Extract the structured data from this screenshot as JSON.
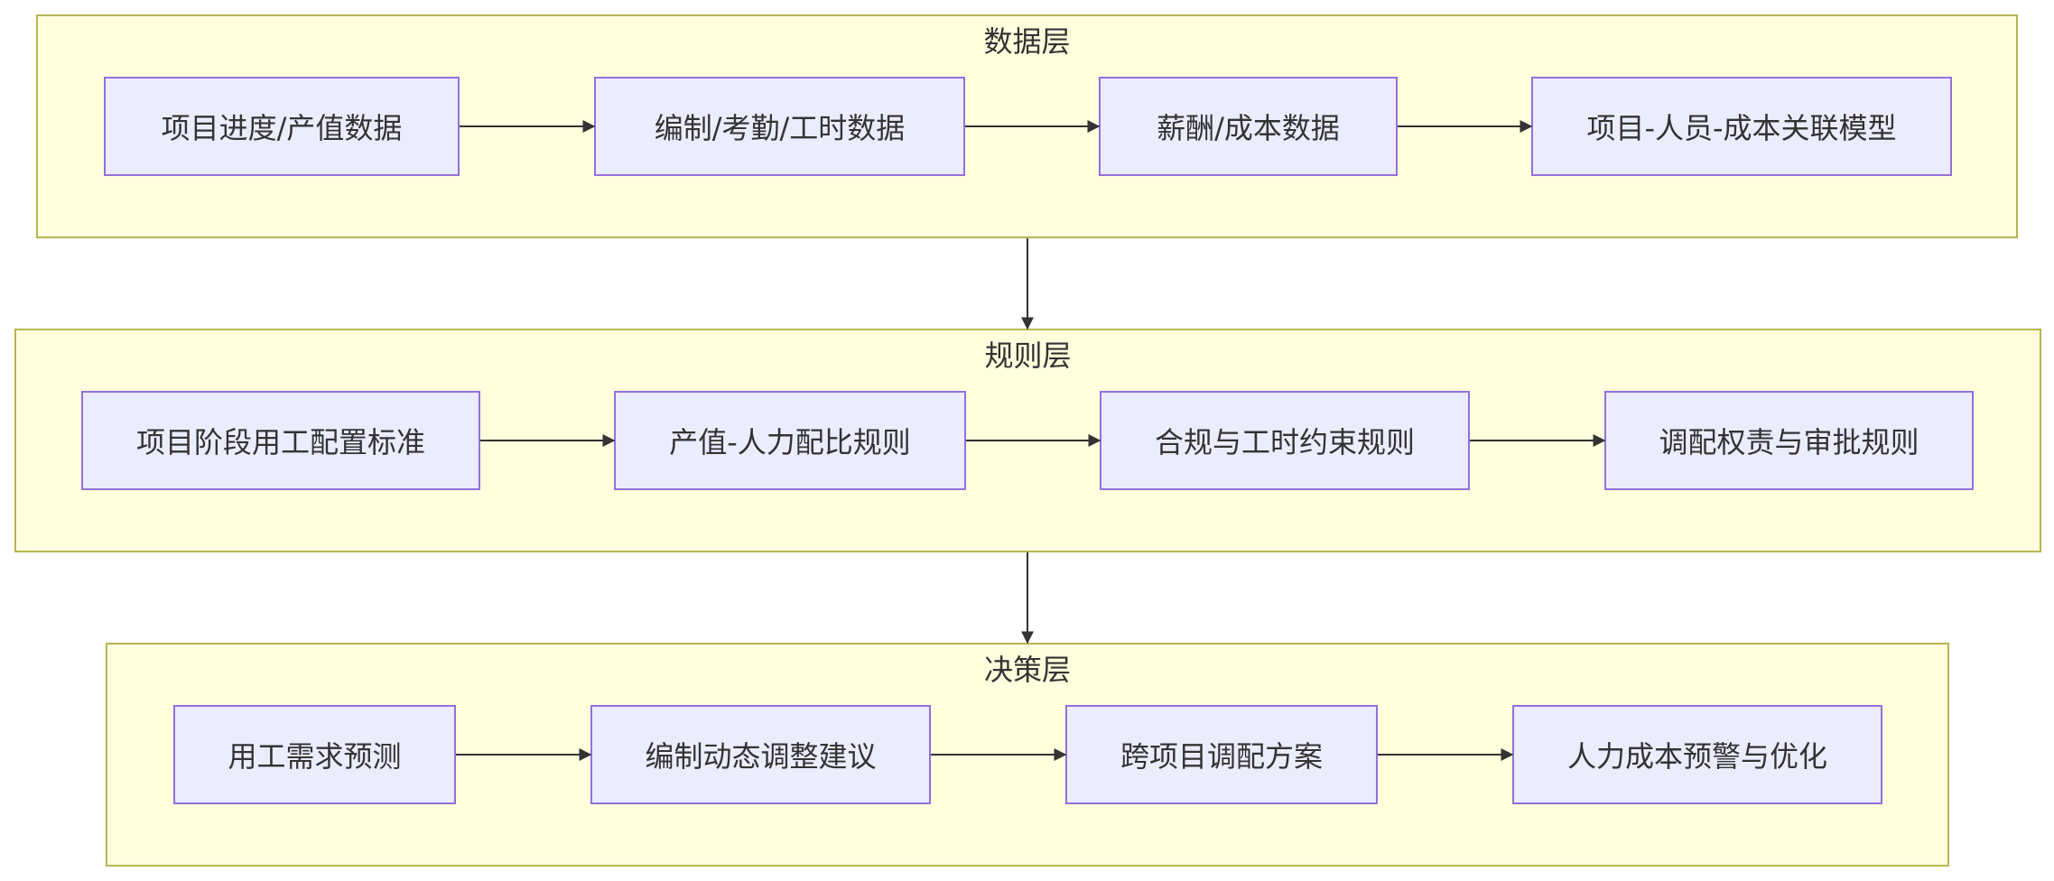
{
  "layers": {
    "data": {
      "title": "数据层",
      "nodes": [
        "项目进度/产值数据",
        "编制/考勤/工时数据",
        "薪酬/成本数据",
        "项目-人员-成本关联模型"
      ]
    },
    "rule": {
      "title": "规则层",
      "nodes": [
        "项目阶段用工配置标准",
        "产值-人力配比规则",
        "合规与工时约束规则",
        "调配权责与审批规则"
      ]
    },
    "decision": {
      "title": "决策层",
      "nodes": [
        "用工需求预测",
        "编制动态调整建议",
        "跨项目调配方案",
        "人力成本预警与优化"
      ]
    }
  },
  "colors": {
    "layer_fill": "#ffffde",
    "layer_border": "#b6b652",
    "node_fill": "#ececff",
    "node_border": "#9370db",
    "edge": "#333333",
    "text": "#333333"
  }
}
